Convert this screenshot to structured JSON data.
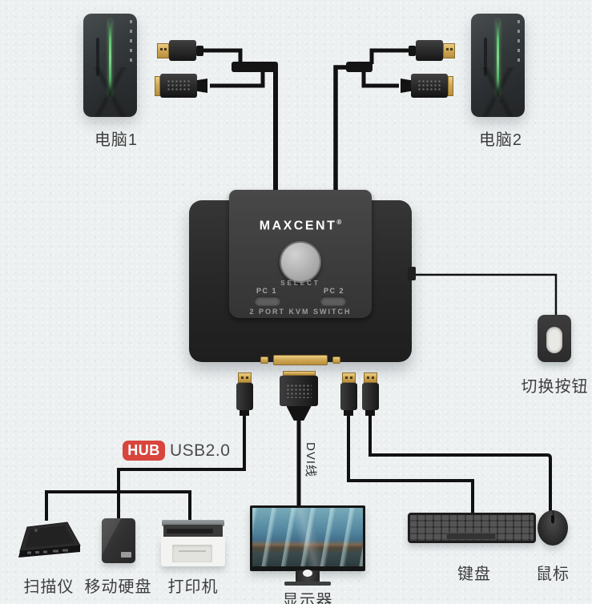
{
  "colors": {
    "background": "#edf0f1",
    "hub_badge_red": "#d8453c",
    "cable_black": "#111111",
    "connector_gold": "#d0a955"
  },
  "computers": {
    "pc1_label": "电脑1",
    "pc2_label": "电脑2"
  },
  "kvm": {
    "brand": "MAXCENT",
    "reg_mark": "®",
    "select_label": "SELECT",
    "port1_label": "PC 1",
    "port2_label": "PC 2",
    "model_label": "2 PORT KVM SWITCH"
  },
  "remote": {
    "label": "切换按钮"
  },
  "hub": {
    "badge": "HUB",
    "type": "USB2.0"
  },
  "cable_labels": {
    "dvi": "DVI线"
  },
  "peripherals": {
    "scanner_label": "扫描仪",
    "hdd_label": "移动硬盘",
    "printer_label": "打印机",
    "monitor_label": "显示器",
    "keyboard_label": "键盘",
    "mouse_label": "鼠标"
  }
}
